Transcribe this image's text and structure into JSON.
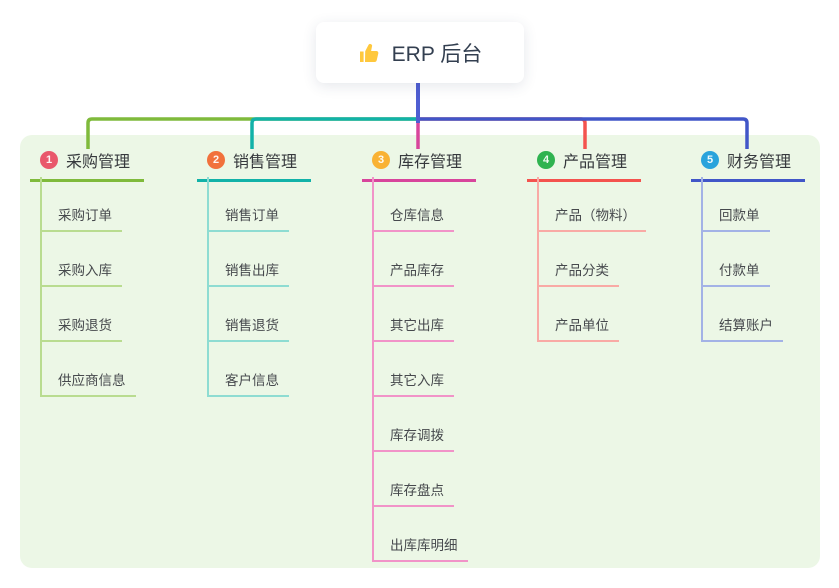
{
  "root": {
    "label": "ERP 后台",
    "icon": "thumbs-up",
    "icon_color": "#ffc83d",
    "stem_color": "#4f5ed2"
  },
  "panel": {
    "background": "#ecf7e6"
  },
  "branches": [
    {
      "num": "1",
      "label": "采购管理",
      "badge_color": "#e9586b",
      "line_color": "#7fba3b",
      "child_line_color": "#b9dc90",
      "children": [
        "采购订单",
        "采购入库",
        "采购退货",
        "供应商信息"
      ]
    },
    {
      "num": "2",
      "label": "销售管理",
      "badge_color": "#f1713c",
      "line_color": "#12b2a8",
      "child_line_color": "#8edcd2",
      "children": [
        "销售订单",
        "销售出库",
        "销售退货",
        "客户信息"
      ]
    },
    {
      "num": "3",
      "label": "库存管理",
      "badge_color": "#f9b234",
      "line_color": "#d8459c",
      "child_line_color": "#f193c8",
      "children": [
        "仓库信息",
        "产品库存",
        "其它出库",
        "其它入库",
        "库存调拨",
        "库存盘点",
        "出库库明细"
      ]
    },
    {
      "num": "4",
      "label": "产品管理",
      "badge_color": "#2fb350",
      "line_color": "#f4534e",
      "child_line_color": "#f9aaa5",
      "children": [
        "产品（物料）",
        "产品分类",
        "产品单位"
      ]
    },
    {
      "num": "5",
      "label": "财务管理",
      "badge_color": "#29a3dc",
      "line_color": "#4156c8",
      "child_line_color": "#a3b2e6",
      "children": [
        "回款单",
        "付款单",
        "结算账户"
      ]
    }
  ]
}
